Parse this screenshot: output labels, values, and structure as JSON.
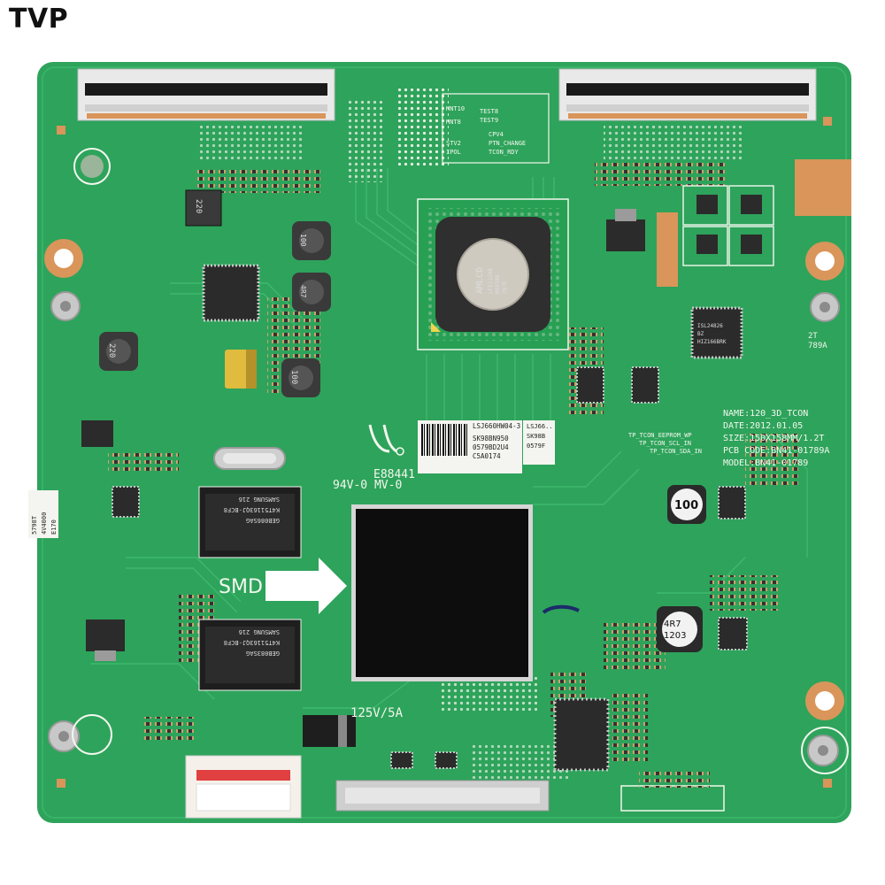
{
  "brand": "TVP",
  "board": {
    "info_lines": [
      "NAME:120_3D_TCON",
      "DATE:2012.01.05",
      "SIZE:150X158MM/1.2T",
      "PCB CODE:BN41-01789A",
      "MODEL:BN41-01789"
    ],
    "pcb_version": "E88441",
    "rating": "94V-0 MV-0",
    "smd_label": "SMD",
    "voltage_label": "125V/5A",
    "right_code": "2T\n789A"
  },
  "main_chip": {
    "text": [
      "AMLCD",
      "LF5112AB",
      "MS8388",
      "2B7E"
    ]
  },
  "memory_chips": [
    {
      "text": [
        "SAMSUNG 216",
        "K4T51163QJ-BCF8",
        "GEB086SAG"
      ]
    },
    {
      "text": [
        "SAMSUNG 216",
        "K4T51163QJ-BCF8",
        "GEB083SAG"
      ]
    }
  ],
  "inductors": [
    "220",
    "4R7",
    "100",
    "220",
    "100",
    "4R7\n1203"
  ],
  "ic_label": "ISL24826\nBZ\nHIZ166BRK",
  "tp_labels": [
    "TP_TCON_EEPROM_WP",
    "TP_TCON_SCL_IN",
    "TP_TCON_SDA_IN"
  ],
  "test_labels": [
    "MNT10",
    "TEST8",
    "MNT8",
    "TEST9",
    "STV2",
    "IPOL",
    "CPV4",
    "PTN_CHANGE",
    "TCON_RDY"
  ],
  "side_sticker": {
    "lines": [
      "5798T",
      "4V4000",
      "E170"
    ]
  },
  "stickers": [
    {
      "lines": [
        "LSJ660HW04-3",
        "SK98BN950",
        "0579BD2U4",
        "C5A0174"
      ]
    },
    {
      "lines": [
        "LSJ66..",
        "SK98B",
        "0579F"
      ]
    }
  ],
  "colors": {
    "pcb": "#2ea35b",
    "trace": "#3cb56b",
    "silk": "#f2f7ee",
    "chip": "#2b2b2b",
    "gold": "#d9955a"
  }
}
